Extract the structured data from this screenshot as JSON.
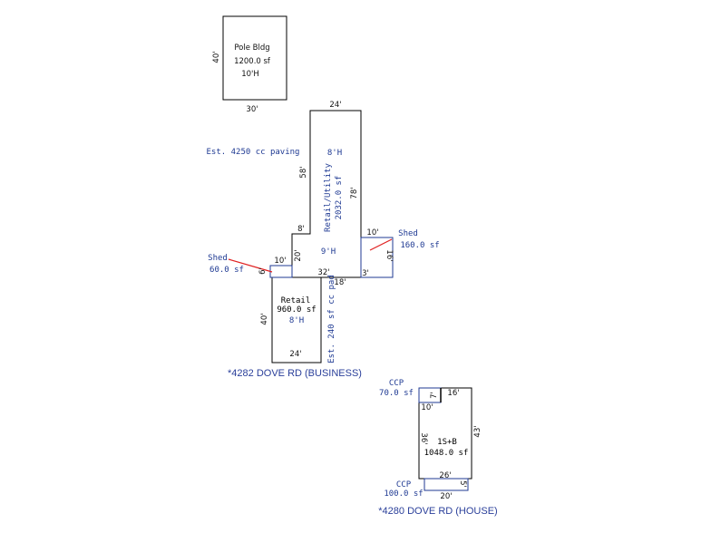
{
  "structures": {
    "pole_bldg": {
      "name": "Pole Bldg",
      "area": "1200.0 sf",
      "height": "10'H",
      "dim_left": "40'",
      "dim_bottom": "30'"
    },
    "retail_utility": {
      "name": "Retail/Utility",
      "area": "2032.0 sf",
      "height_upper": "8'H",
      "height_lower": "9'H",
      "dim_top": "24'",
      "dim_left_upper": "58'",
      "dim_right": "78'",
      "dim_step": "8'",
      "dim_left_lower": "20'",
      "dim_bottom": "32'"
    },
    "retail": {
      "name": "Retail",
      "area": "960.0 sf",
      "height": "8'H",
      "dim_left": "40'",
      "dim_bottom": "24'"
    },
    "shed_left": {
      "name": "Shed",
      "area": "60.0 sf",
      "dim_top": "10'",
      "dim_side": "6'"
    },
    "shed_right": {
      "name": "Shed",
      "area": "160.0 sf",
      "dim_top": "10'",
      "dim_side": "16'",
      "dim_bottom": "3'",
      "dim_extra": "18'"
    },
    "house": {
      "name": "1S+B",
      "area": "1048.0 sf",
      "dim_top": "16'",
      "dim_right": "43'",
      "dim_left": "36'",
      "dim_bottom": "26'",
      "dim_notch_w": "10'",
      "dim_notch_h": "7'"
    },
    "ccp_top": {
      "name": "CCP",
      "area": "70.0 sf"
    },
    "ccp_bottom": {
      "name": "CCP",
      "area": "100.0 sf",
      "dim_bottom": "20'",
      "dim_side": "5'"
    }
  },
  "notes": {
    "paving": "Est. 4250 cc paving",
    "pad": "Est. 240 sf cc pad"
  },
  "addresses": {
    "business": "*4282 DOVE RD (BUSINESS)",
    "house": "*4280 DOVE RD (HOUSE)"
  }
}
